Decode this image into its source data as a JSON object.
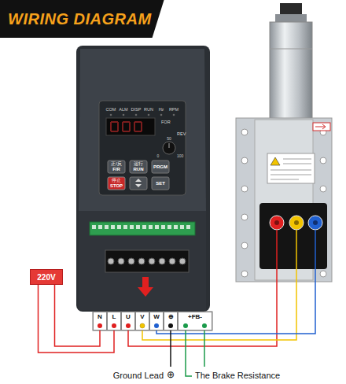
{
  "diagram": {
    "title": "WIRING DIAGRAM",
    "nodes": [
      {
        "text": [
          "220V"
        ]
      },
      {
        "text": [
          "N"
        ]
      },
      {
        "text": [
          "L"
        ]
      },
      {
        "text": [
          "U"
        ]
      },
      {
        "text": [
          "V"
        ]
      },
      {
        "text": [
          "W"
        ]
      },
      {
        "text": [
          "⊕"
        ]
      },
      {
        "text": [
          "+FB-"
        ]
      }
    ],
    "edges": [
      {
        "from": 0,
        "to": 1,
        "arrow": "none"
      },
      {
        "from": 0,
        "to": 2,
        "arrow": "none"
      }
    ],
    "labels": [
      "COM",
      "ALM",
      "DISP",
      "RUN",
      "Hz",
      "RPM",
      "FOR",
      "REV",
      "0",
      "50",
      "100",
      "正/反",
      "F/R",
      "运行",
      "RUN",
      "PRGM",
      "停止",
      "STOP",
      "SET",
      "Ground Lead",
      "⊕",
      "The Brake Resistance"
    ]
  }
}
